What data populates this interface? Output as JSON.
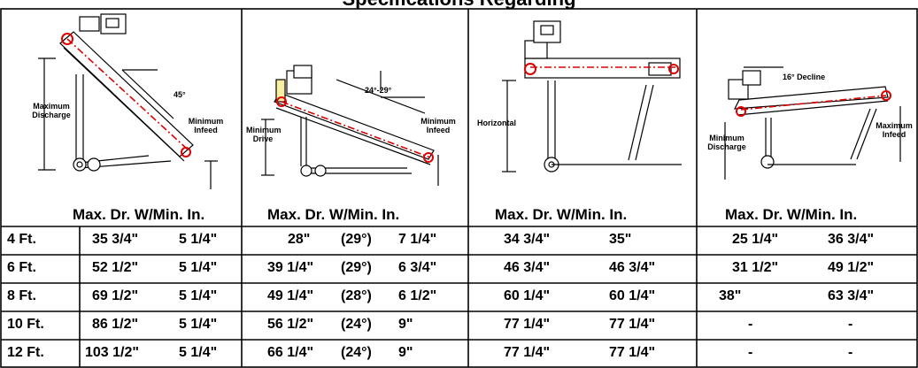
{
  "title": "Specifications Regarding",
  "diagrams": [
    {
      "label_left": "Maximum Discharge",
      "angle": "45°",
      "label_right": "Minimum Infeed"
    },
    {
      "label_left": "Minimum Drive",
      "angle": "24°-29°",
      "label_right": "Minimum Infeed"
    },
    {
      "label_left": "Horizontal"
    },
    {
      "label_left": "Minimum Discharge",
      "angle": "16° Decline",
      "label_right": "Maximum Infeed"
    }
  ],
  "table": {
    "headers": [
      "Max. Dr. W/Min. In.",
      "Max. Dr. W/Min. In.",
      "Max. Dr. W/Min. In.",
      "Max. Dr. W/Min. In."
    ],
    "rows": [
      {
        "label": "4 Ft.",
        "c1": [
          "35 3/4\"",
          "5 1/4\""
        ],
        "c2": [
          "28\"",
          "(29°)",
          "7 1/4\""
        ],
        "c3": [
          "34 3/4\"",
          "35\""
        ],
        "c4": [
          "25 1/4\"",
          "36 3/4\""
        ]
      },
      {
        "label": "6 Ft.",
        "c1": [
          "52 1/2\"",
          "5 1/4\""
        ],
        "c2": [
          "39 1/4\"",
          "(29°)",
          "6 3/4\""
        ],
        "c3": [
          "46 3/4\"",
          "46 3/4\""
        ],
        "c4": [
          "31 1/2\"",
          "49 1/2\""
        ]
      },
      {
        "label": "8 Ft.",
        "c1": [
          "69 1/2\"",
          "5 1/4\""
        ],
        "c2": [
          "49 1/4\"",
          "(28°)",
          "6 1/2\""
        ],
        "c3": [
          "60 1/4\"",
          "60 1/4\""
        ],
        "c4": [
          "38\"",
          "63 3/4\""
        ]
      },
      {
        "label": "10 Ft.",
        "c1": [
          "86 1/2\"",
          "5 1/4\""
        ],
        "c2": [
          "56 1/2\"",
          "(24°)",
          "9\""
        ],
        "c3": [
          "77 1/4\"",
          "77 1/4\""
        ],
        "c4": [
          "-",
          "-"
        ]
      },
      {
        "label": "12 Ft.",
        "c1": [
          "103 1/2\"",
          "5 1/4\""
        ],
        "c2": [
          "66 1/4\"",
          "(24°)",
          "9\""
        ],
        "c3": [
          "77 1/4\"",
          "77 1/4\""
        ],
        "c4": [
          "-",
          "-"
        ]
      }
    ]
  }
}
